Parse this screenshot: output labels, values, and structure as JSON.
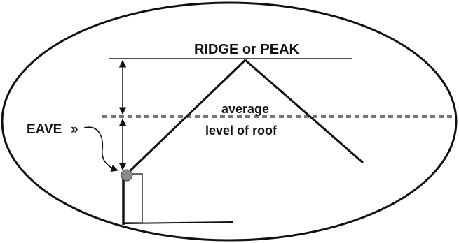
{
  "diagram": {
    "labels": {
      "ridge": "RIDGE or PEAK",
      "average_line1": "average",
      "average_line2": "level of roof",
      "eave": "EAVE",
      "eave_marker": "»"
    },
    "colors": {
      "outline": "#111111",
      "dashed_line": "#777777",
      "eave_dot_fill": "#8c8c8c",
      "background": "#ffffff"
    }
  }
}
